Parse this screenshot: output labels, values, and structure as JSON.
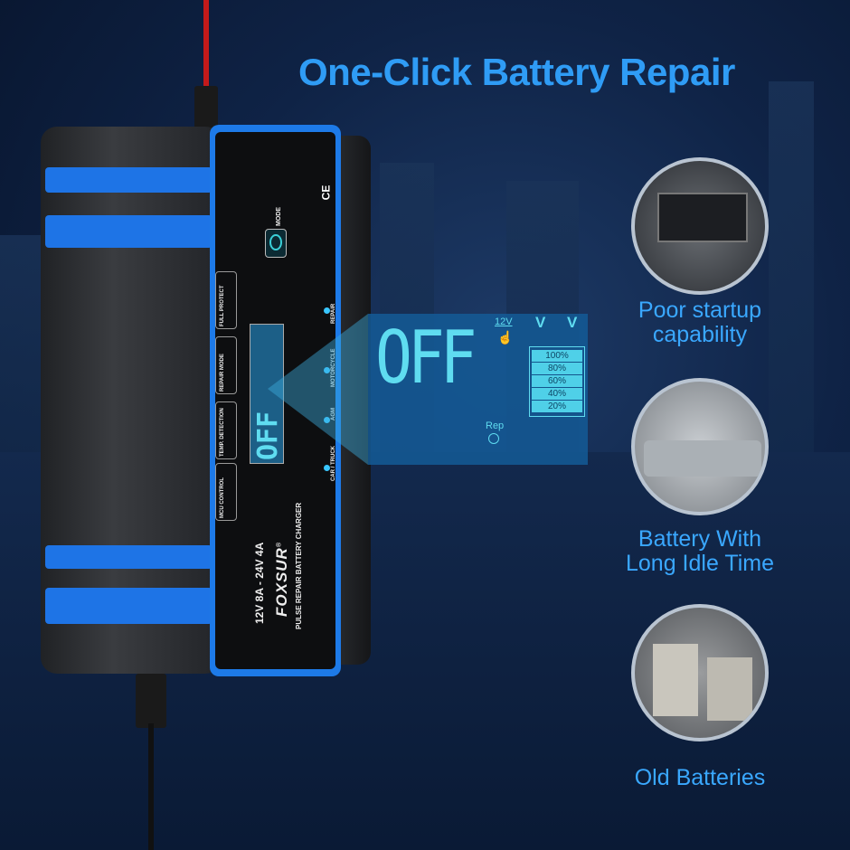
{
  "title": "One-Click Battery Repair",
  "features": [
    {
      "label_lines": [
        "Poor startup",
        "capability"
      ],
      "image": "car-battery-engine-photo"
    },
    {
      "label_lines": [
        "Battery With",
        "Long Idle Time"
      ],
      "image": "dusty-car-photo"
    },
    {
      "label_lines": [
        "Old Batteries"
      ],
      "image": "old-batteries-photo"
    }
  ],
  "device": {
    "brand": "FOXSUR",
    "registered_mark": "®",
    "rating": "12V 8A - 24V 4A",
    "subtitle": "PULSE REPAIR BATTERY CHARGER",
    "mode_label": "MODE",
    "ce_mark": "CE",
    "side_buttons": [
      "FULL PROTECT",
      "REPAIR MODE",
      "TEMP. DETECTION",
      "MCU CONTROL"
    ],
    "modes": [
      "REPAIR",
      "MOTORCYCLE",
      "AGM",
      "CAR / TRUCK"
    ],
    "lcd_text": "OFF"
  },
  "zoom_panel": {
    "display": "OFF",
    "voltage": "12V",
    "plus_label": "V",
    "minus_label": "V",
    "levels": [
      "100%",
      "80%",
      "60%",
      "40%",
      "20%"
    ],
    "rep_label": "Rep"
  },
  "colors": {
    "accent": "#2f9cf5",
    "device_blue": "#1d7ae8",
    "lcd": "#5fdcf0"
  }
}
